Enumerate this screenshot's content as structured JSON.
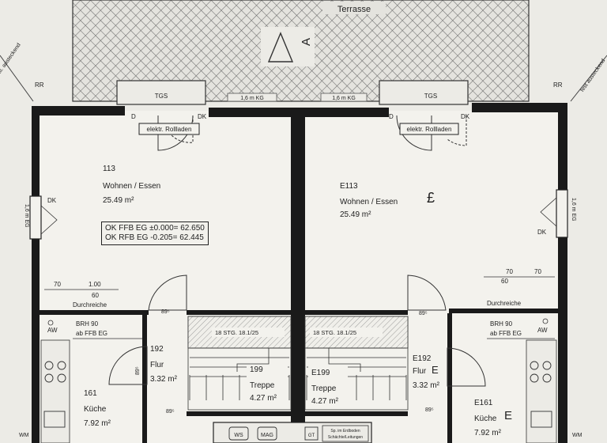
{
  "terrace": {
    "label": "Terrasse",
    "section_marker": "A"
  },
  "dim_labels": {
    "left_kg": "1,6 m KG",
    "right_kg": "1,6 m KG",
    "left_egs": "1,6 m EG",
    "right_egs": "1,6 m EG",
    "tgs_left": "TGS",
    "tgs_right": "TGS",
    "rr_left": "RR",
    "rr_right": "RR",
    "left_diag": "lfl. austeckend",
    "right_diag": "fest austeckend"
  },
  "left_unit": {
    "living": {
      "number": "113",
      "name": "Wohnen / Essen",
      "area": "25.49 m²"
    },
    "shutter_label": "elektr. Rollladen",
    "door_d": "D",
    "door_dk": "DK",
    "window_dk": "DK",
    "level_box": {
      "line1": "OK FFB EG ±0.000= 62.650",
      "line2": "OK RFB EG -0.205= 62.445"
    },
    "counter": {
      "dim_a": "70",
      "dim_b": "1.00",
      "dim_c": "60",
      "label": "Durchreiche"
    },
    "brh": {
      "line1": "BRH 90",
      "line2": "ab FFB EG"
    },
    "aw": "AW",
    "hall": {
      "number": "192",
      "name": "Flur",
      "area": "3.32 m²",
      "dim": "89⁵",
      "dim_b": "89⁵",
      "door_dim": "89⁵"
    },
    "stair": {
      "steps": "18 STG. 18.1/25",
      "number": "199",
      "name": "Treppe",
      "area": "4.27 m²"
    },
    "kitchen": {
      "number": "161",
      "name": "Küche",
      "area": "7.92 m²"
    },
    "wm": "WM"
  },
  "right_unit": {
    "living": {
      "number": "E113",
      "name": "Wohnen / Essen",
      "area": "25.49 m²",
      "mark": "£"
    },
    "shutter_label": "elektr. Rollladen",
    "door_d": "D",
    "door_dk": "DK",
    "window_dk": "DK",
    "counter": {
      "dim_a": "70",
      "dim_b": "70",
      "dim_c": "60",
      "label": "Durchreiche"
    },
    "brh": {
      "line1": "BRH 90",
      "line2": "ab FFB EG"
    },
    "aw": "AW",
    "hall": {
      "number": "E192",
      "name": "Flur",
      "area": "3.32 m²",
      "mark": "E",
      "dim": "89⁵",
      "dim_b": "89⁵"
    },
    "stair": {
      "steps": "18 STG. 18.1/25",
      "number": "E199",
      "name": "Treppe",
      "area": "4.27 m²"
    },
    "kitchen": {
      "number": "E161",
      "name": "Küche",
      "area": "7.92 m²",
      "mark": "E"
    },
    "wm": "WM"
  },
  "bottom": {
    "ws": "WS",
    "mag": "MAG",
    "gt": "GT",
    "note_line1": "Sp. im Erdboden",
    "note_line2": "Schächte/Leitungen"
  }
}
